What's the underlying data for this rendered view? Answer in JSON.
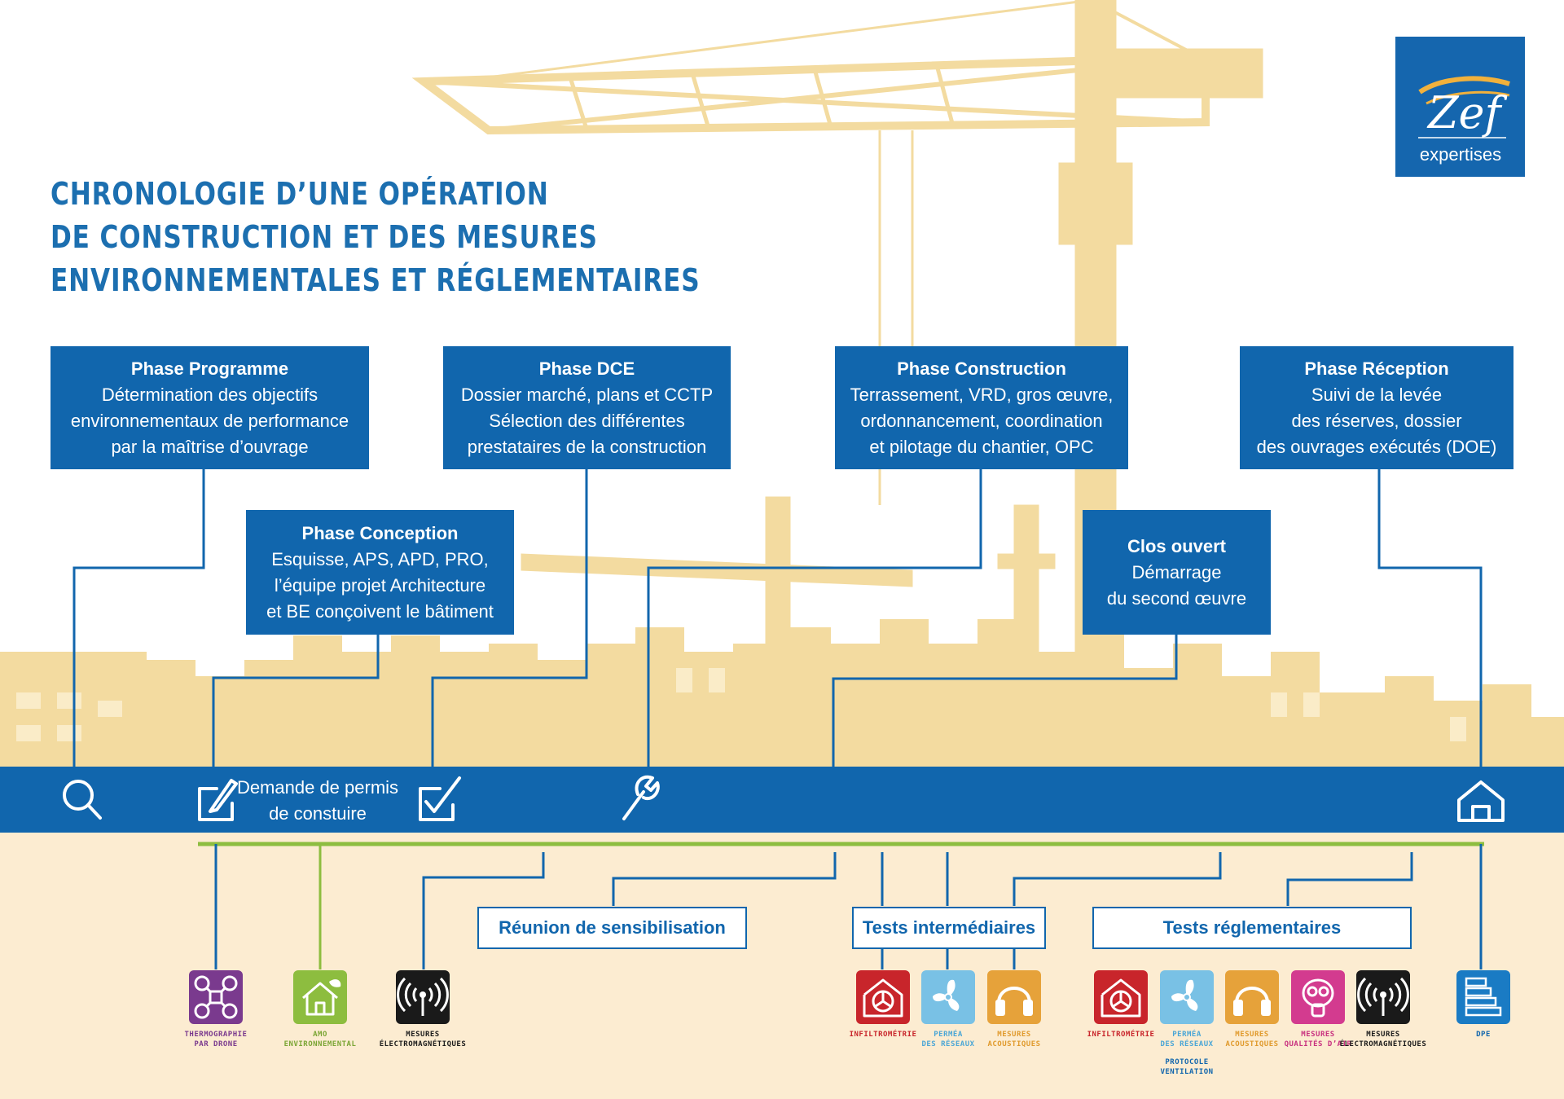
{
  "title": {
    "lines": [
      "CHRONOLOGIE D’UNE OPÉRATION",
      "DE CONSTRUCTION ET DES MESURES",
      "ENVIRONNEMENTALES ET RÉGLEMENTAIRES"
    ]
  },
  "logo": {
    "brand": "Zef",
    "sub": "expertises"
  },
  "colors": {
    "blue": "#1166ad",
    "title_blue": "#1c6fb0",
    "green_line": "#8dbd3f",
    "silhouette": "#f3dba0",
    "bottom_bg": "#fcecd1"
  },
  "phases": {
    "programme": {
      "title": "Phase Programme",
      "lines": [
        "Détermination des objectifs",
        "environnementaux de performance",
        "par la maîtrise d’ouvrage"
      ]
    },
    "conception": {
      "title": "Phase Conception",
      "lines": [
        "Esquisse, APS, APD, PRO,",
        "l’équipe projet Architecture",
        "et BE conçoivent le bâtiment"
      ]
    },
    "dce": {
      "title": "Phase DCE",
      "lines": [
        "Dossier marché, plans et CCTP",
        "Sélection des différentes",
        "prestataires de la construction"
      ]
    },
    "construction": {
      "title": "Phase Construction",
      "lines": [
        "Terrassement, VRD, gros œuvre,",
        "ordonnancement, coordination",
        "et pilotage du chantier, OPC"
      ]
    },
    "clos": {
      "title": "Clos ouvert",
      "lines": [
        "Démarrage",
        "du second œuvre"
      ]
    },
    "reception": {
      "title": "Phase Réception",
      "lines": [
        "Suivi de la levée",
        "des réserves, dossier",
        "des ouvrages exécutés (DOE)"
      ]
    }
  },
  "timeline": {
    "permit_lines": [
      "Demande de permis",
      "de constuire"
    ],
    "icons": [
      "search-icon",
      "edit-icon",
      "checkbox-icon",
      "wrench-icon",
      "house-icon"
    ]
  },
  "measures": {
    "sensibilisation": "Réunion de sensibilisation",
    "intermediaires": "Tests intermédiaires",
    "reglementaires": "Tests réglementaires"
  },
  "tiles": {
    "drone": {
      "lines": [
        "THERMOGRAPHIE",
        "PAR DRONE"
      ],
      "color": "#7a3a8e",
      "text_color": "#7a3a8e"
    },
    "amo": {
      "lines": [
        "AMO",
        "ENVIRONNEMENTAL"
      ],
      "color": "#8dbd3f",
      "text_color": "#7aa534"
    },
    "emf1": {
      "lines": [
        "MESURES",
        "ÉLECTROMAGNÉTIQUES"
      ],
      "color": "#1a1a1a",
      "text_color": "#1a1a1a"
    },
    "infil1": {
      "lines": [
        "INFILTROMÉTRIE"
      ],
      "color": "#c8252b",
      "text_color": "#c8252b"
    },
    "perm1": {
      "lines": [
        "PERMÉA",
        "DES RÉSEAUX"
      ],
      "color": "#79c1e5",
      "text_color": "#4aa6d6"
    },
    "acou1": {
      "lines": [
        "MESURES",
        "ACOUSTIQUES"
      ],
      "color": "#e6a23a",
      "text_color": "#e09a2c"
    },
    "infil2": {
      "lines": [
        "INFILTROMÉTRIE"
      ],
      "color": "#c8252b",
      "text_color": "#c8252b"
    },
    "perm2": {
      "lines": [
        "PERMÉA",
        "DES RÉSEAUX"
      ],
      "color": "#79c1e5",
      "text_color": "#4aa6d6"
    },
    "protocole": {
      "lines": [
        "PROTOCOLE",
        "VENTILATION"
      ],
      "text_color": "#1166ad"
    },
    "acou2": {
      "lines": [
        "MESURES",
        "ACOUSTIQUES"
      ],
      "color": "#e6a23a",
      "text_color": "#e09a2c"
    },
    "air": {
      "lines": [
        "MESURES",
        "QUALITÉS D’AIR"
      ],
      "color": "#d33b8f",
      "text_color": "#c8307f"
    },
    "emf2": {
      "lines": [
        "MESURES",
        "ÉLECTROMAGNÉTIQUES"
      ],
      "color": "#1a1a1a",
      "text_color": "#1a1a1a"
    },
    "dpe": {
      "lines": [
        "DPE"
      ],
      "color": "#1a7bc4",
      "text_color": "#1166ad"
    }
  }
}
